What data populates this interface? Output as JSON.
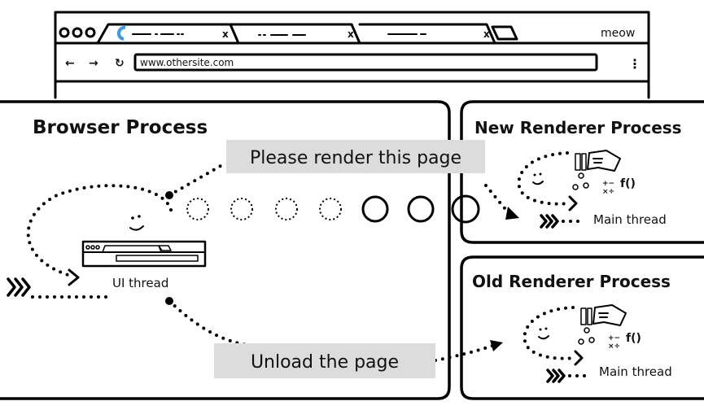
{
  "browser_window": {
    "profile_label": "meow",
    "url": "www.othersite.com",
    "tabs": [
      {
        "icon": "loading-spinner-icon",
        "accent": "#3b9be8"
      },
      {
        "icon": "none"
      },
      {
        "icon": "none"
      }
    ]
  },
  "browser_process": {
    "title": "Browser Process",
    "thread_label": "UI thread"
  },
  "new_renderer": {
    "title": "New Renderer Process",
    "thread_label": "Main thread"
  },
  "old_renderer": {
    "title": "Old Renderer Process",
    "thread_label": "Main thread"
  },
  "messages": {
    "render": "Please render this page",
    "unload": "Unload the page"
  },
  "colors": {
    "label_bg": "#dcdcdc",
    "line": "#000000"
  }
}
